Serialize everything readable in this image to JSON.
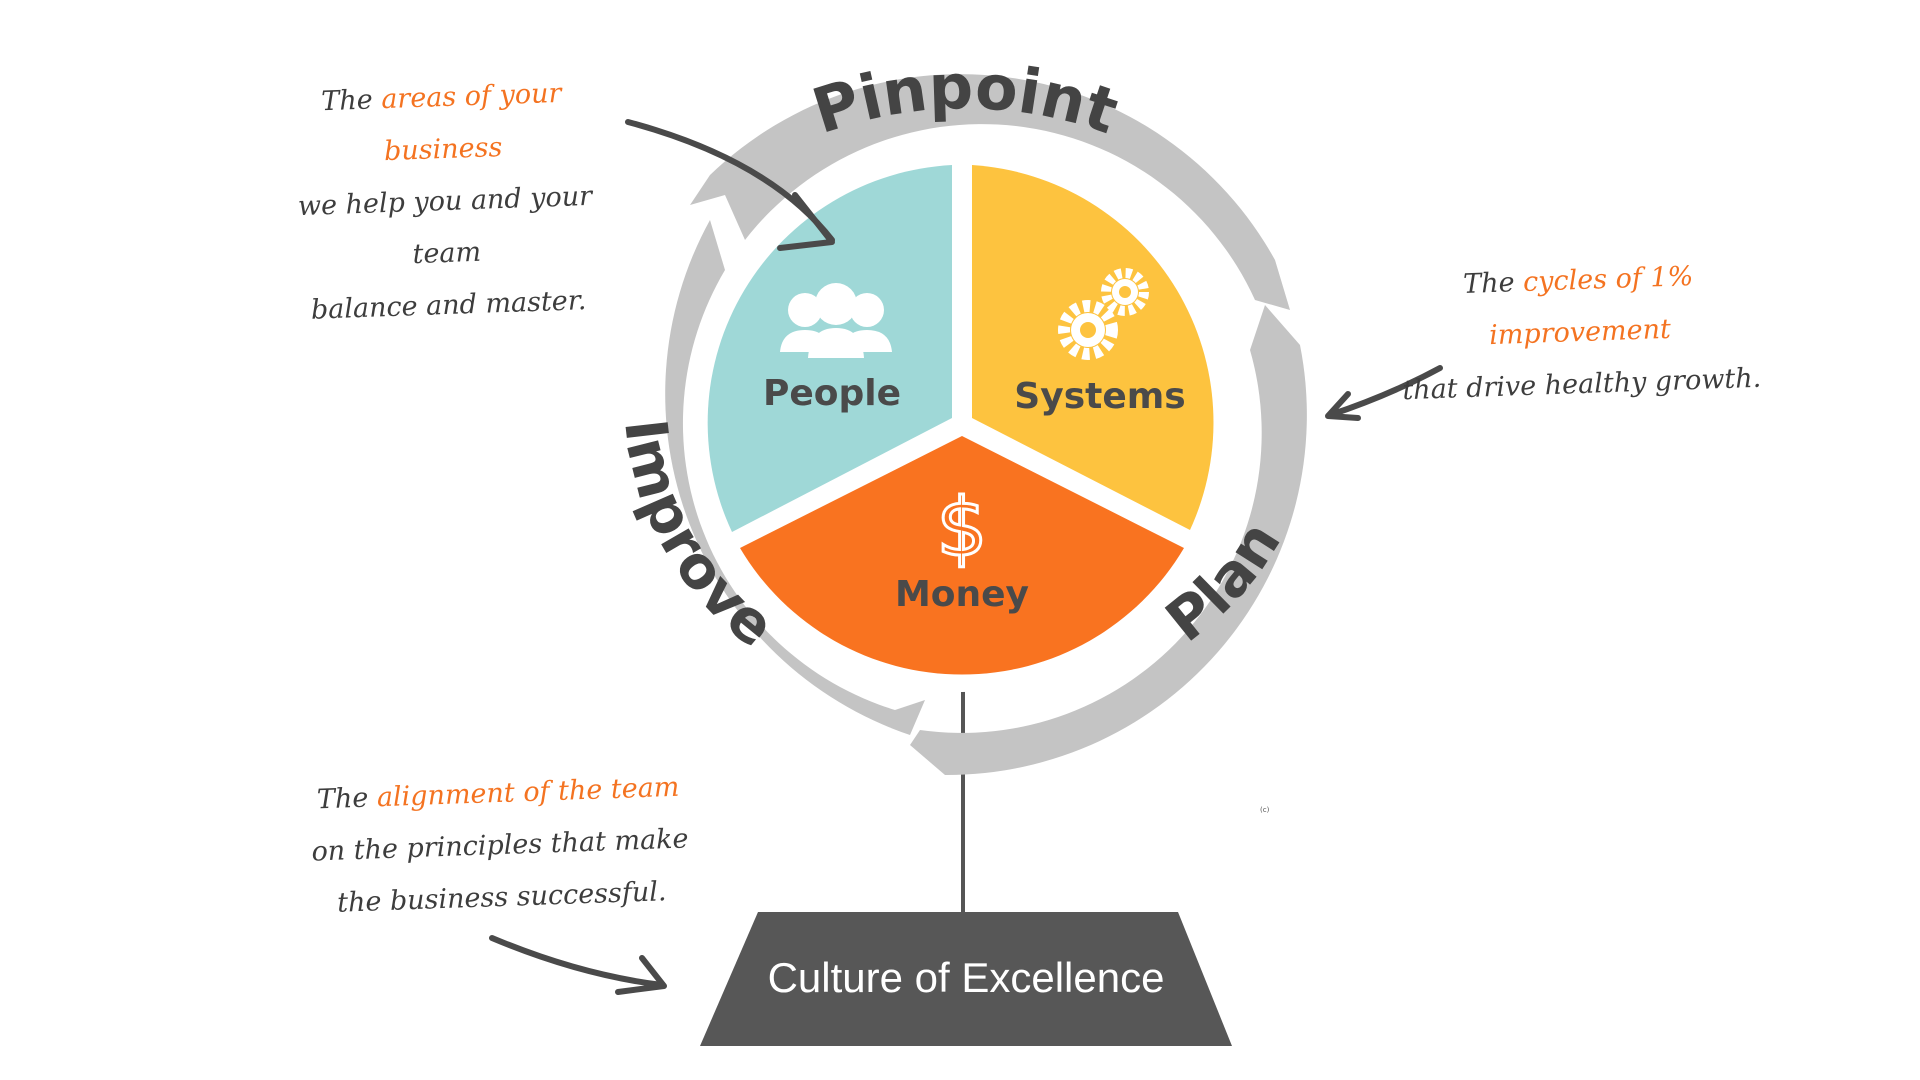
{
  "cycle_labels": {
    "pinpoint": "Pinpoint",
    "plan": "Plan",
    "improve": "Improve"
  },
  "segments": {
    "people": "People",
    "systems": "Systems",
    "money": "Money"
  },
  "base": {
    "label": "Culture of Excellence"
  },
  "copyright_mark": "(c)",
  "notes": {
    "areas": {
      "prefix": "The ",
      "highlight": "areas of your business",
      "line2": "we help you and your team",
      "line3": "balance and master."
    },
    "cycles": {
      "prefix": "The ",
      "highlight": "cycles of 1% improvement",
      "line2": "that drive healthy growth."
    },
    "alignment": {
      "prefix": "The ",
      "highlight": "alignment of the team",
      "line2": "on the principles that make",
      "line3": "the business successful."
    }
  },
  "icons": [
    "people-group-icon",
    "gears-icon",
    "dollar-icon"
  ],
  "colors": {
    "people": "#9fd8d7",
    "systems": "#fdc33f",
    "money": "#f97320",
    "ring": "#c4c4c4",
    "highlight": "#f47321",
    "base": "#575757"
  }
}
